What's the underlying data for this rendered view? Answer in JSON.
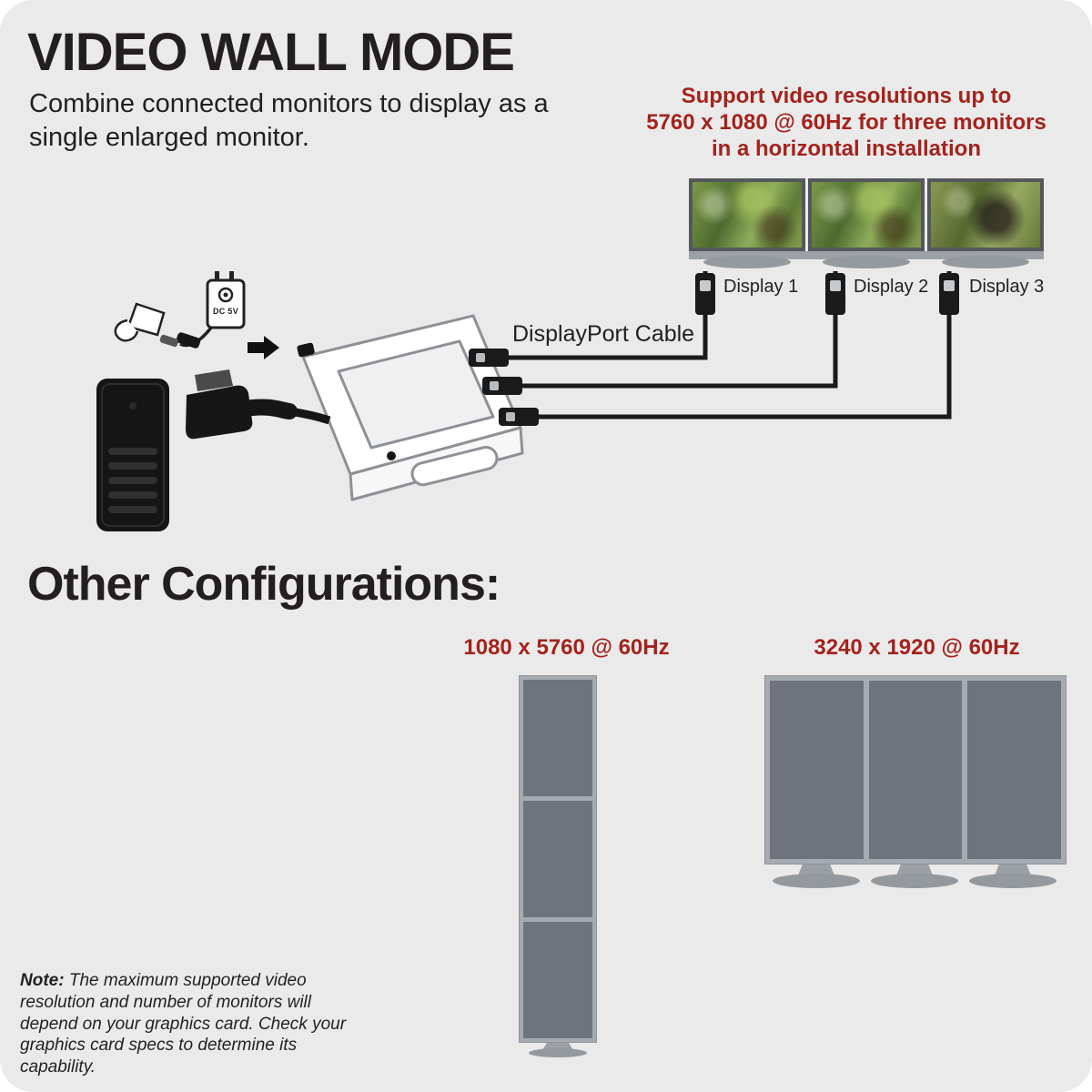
{
  "header": {
    "title": "VIDEO WALL MODE",
    "subtitle": "Combine connected monitors to display as a single enlarged monitor."
  },
  "resolution_note": {
    "lines": [
      "Support video resolutions up to",
      "5760 x 1080 @ 60Hz for three monitors",
      "in a horizontal installation"
    ]
  },
  "diagram": {
    "cable_label": "DisplayPort Cable",
    "adapter_label": "DC 5V",
    "displays": [
      {
        "label": "Display 1"
      },
      {
        "label": "Display 2"
      },
      {
        "label": "Display 3"
      }
    ]
  },
  "other_configurations": {
    "heading": "Other Configurations:",
    "configs": [
      {
        "label": "1080 x 5760 @ 60Hz",
        "arrangement": "three monitors stacked vertically"
      },
      {
        "label": "3240 x 1920 @ 60Hz",
        "arrangement": "three portrait monitors side by side"
      }
    ]
  },
  "note": {
    "prefix": "Note:",
    "body": "The maximum supported video resolution and number of monitors will depend on your graphics card. Check your graphics card specs to determine its capability."
  },
  "colors": {
    "accent_red": "#a3231c",
    "background": "#eaeaea",
    "text": "#231f20"
  }
}
